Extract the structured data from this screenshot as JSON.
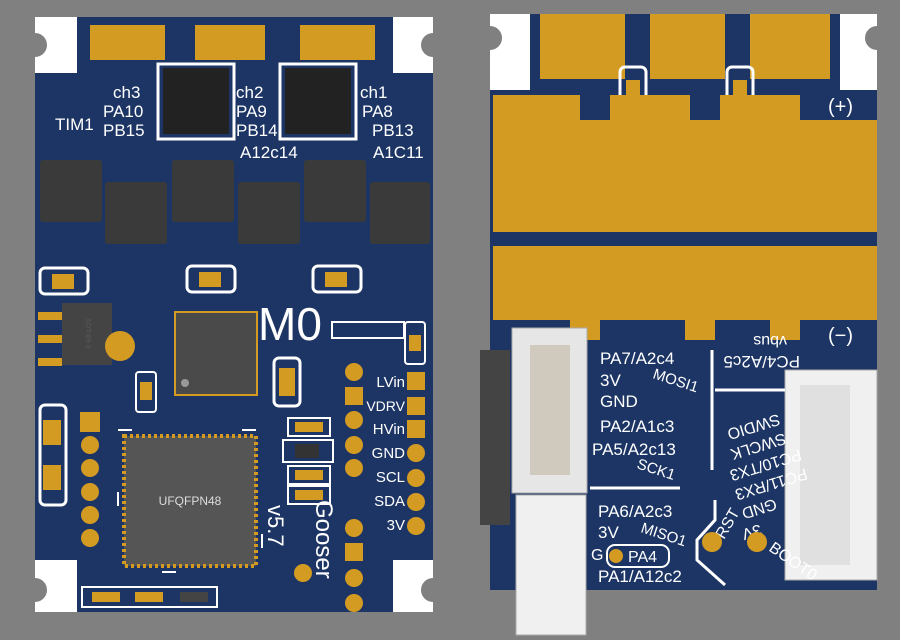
{
  "colors": {
    "background": "#808080",
    "board": "#1c3564",
    "copper": "#d39b22",
    "silkscreen": "#ffffff",
    "chip": "#222222",
    "package": "#4a4a4a",
    "connector": "#e6e6e6"
  },
  "left_board": {
    "timer_label": "TIM1",
    "channels": [
      {
        "name": "ch3",
        "pin": "PA10",
        "low_pin": "PB15"
      },
      {
        "name": "ch2",
        "pin": "PA9",
        "low_pin": "PB14",
        "adc": "A12c14"
      },
      {
        "name": "ch1",
        "pin": "PA8",
        "low_pin": "PB13",
        "adc": "A1C11"
      }
    ],
    "motor_label": "M0",
    "regulator_label": "SOT-89-3",
    "mcu_label": "UFQFPN48",
    "pin_labels": [
      "LVin",
      "VDRV",
      "HVin",
      "GND",
      "SCL",
      "SDA",
      "3V"
    ],
    "name_label": "Gooser",
    "version_label": "v5.7"
  },
  "right_board": {
    "plus_label": "(+)",
    "minus_label": "(−)",
    "left_labels": [
      "PA7/A2c4",
      "3V",
      "MOSI1",
      "GND",
      "PA2/A1c3",
      "PA5/A2c13",
      "SCK1",
      "PA6/A2c3",
      "3V",
      "MISO1",
      "G",
      "PA4",
      "PA1/A12c2"
    ],
    "right_labels": [
      "PC4/A2c5",
      "vbus",
      "SWDIO",
      "SWCLK",
      "PC10/TX3",
      "PC11/RX3",
      "GND",
      "3V",
      "RST",
      "BOOT0"
    ]
  }
}
